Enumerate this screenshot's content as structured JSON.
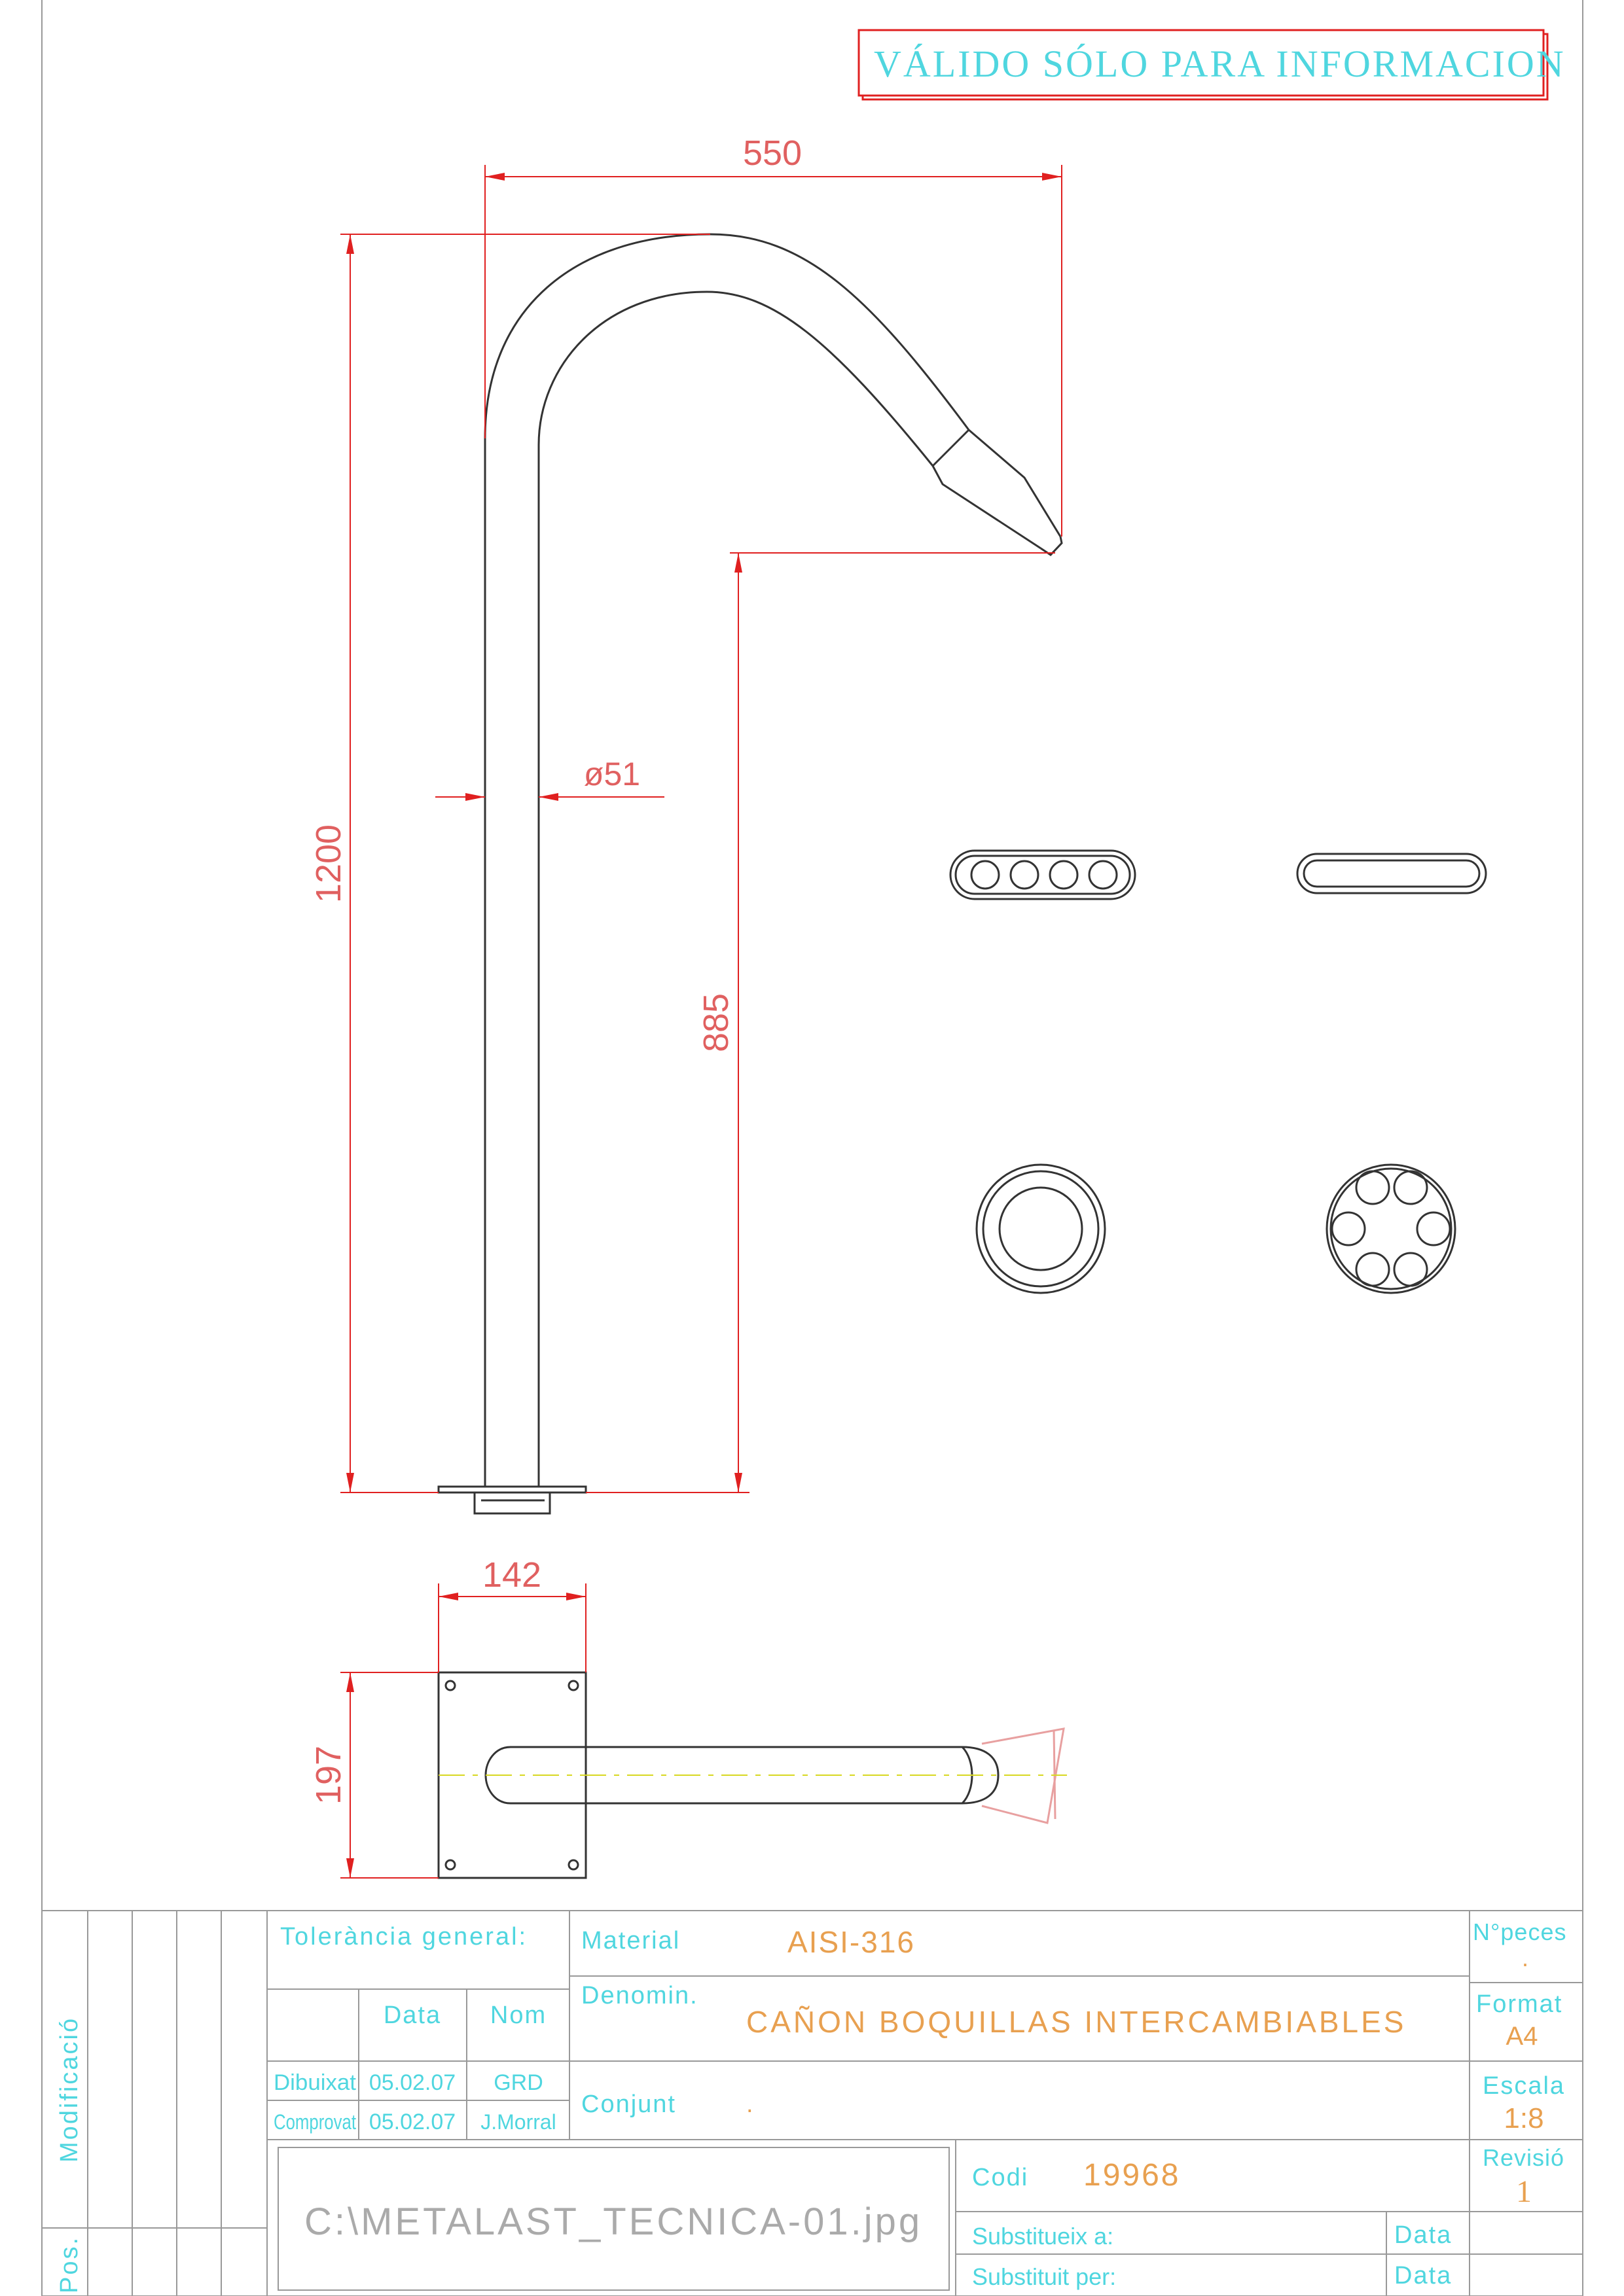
{
  "stamp": {
    "text": "VÁLIDO SÓLO PARA INFORMACION"
  },
  "dimensions": {
    "width_top": "550",
    "height_total": "1200",
    "height_spout": "885",
    "diameter": "ø51",
    "base_width": "142",
    "base_height": "197"
  },
  "title_block": {
    "tolerance_label": "Tolerància general:",
    "material_label": "Material",
    "material_value": "AISI-316",
    "denom_label": "Denomin.",
    "denom_value": "CAÑON BOQUILLAS INTERCAMBIABLES",
    "conjunt_label": "Conjunt",
    "conjunt_value": ".",
    "pieces_label": "N°peces",
    "pieces_value": ".",
    "format_label": "Format",
    "format_value": "A4",
    "scale_label": "Escala",
    "scale_value": "1:8",
    "revision_label": "Revisió",
    "revision_value": "1",
    "date_header": "Data",
    "name_header": "Nom",
    "drawn_label": "Dibuixat",
    "drawn_date": "05.02.07",
    "drawn_name": "GRD",
    "checked_label": "Comprovat",
    "checked_date": "05.02.07",
    "checked_name": "J.Morral",
    "code_label": "Codi",
    "code_value": "19968",
    "replaces_label": "Substitueix a:",
    "replaced_label": "Substituit per:",
    "data_label_1": "Data",
    "data_label_2": "Data",
    "file_path": "C:\\METALAST_TECNICA-01.jpg",
    "side_modification": "Modificació",
    "side_pos": "Pos."
  },
  "colors": {
    "outline": "#333333",
    "dimension": "#e02020",
    "label_cyan": "#4fd6df",
    "label_orange": "#e8a050",
    "frame": "#999999",
    "centerline": "#d8d820"
  }
}
